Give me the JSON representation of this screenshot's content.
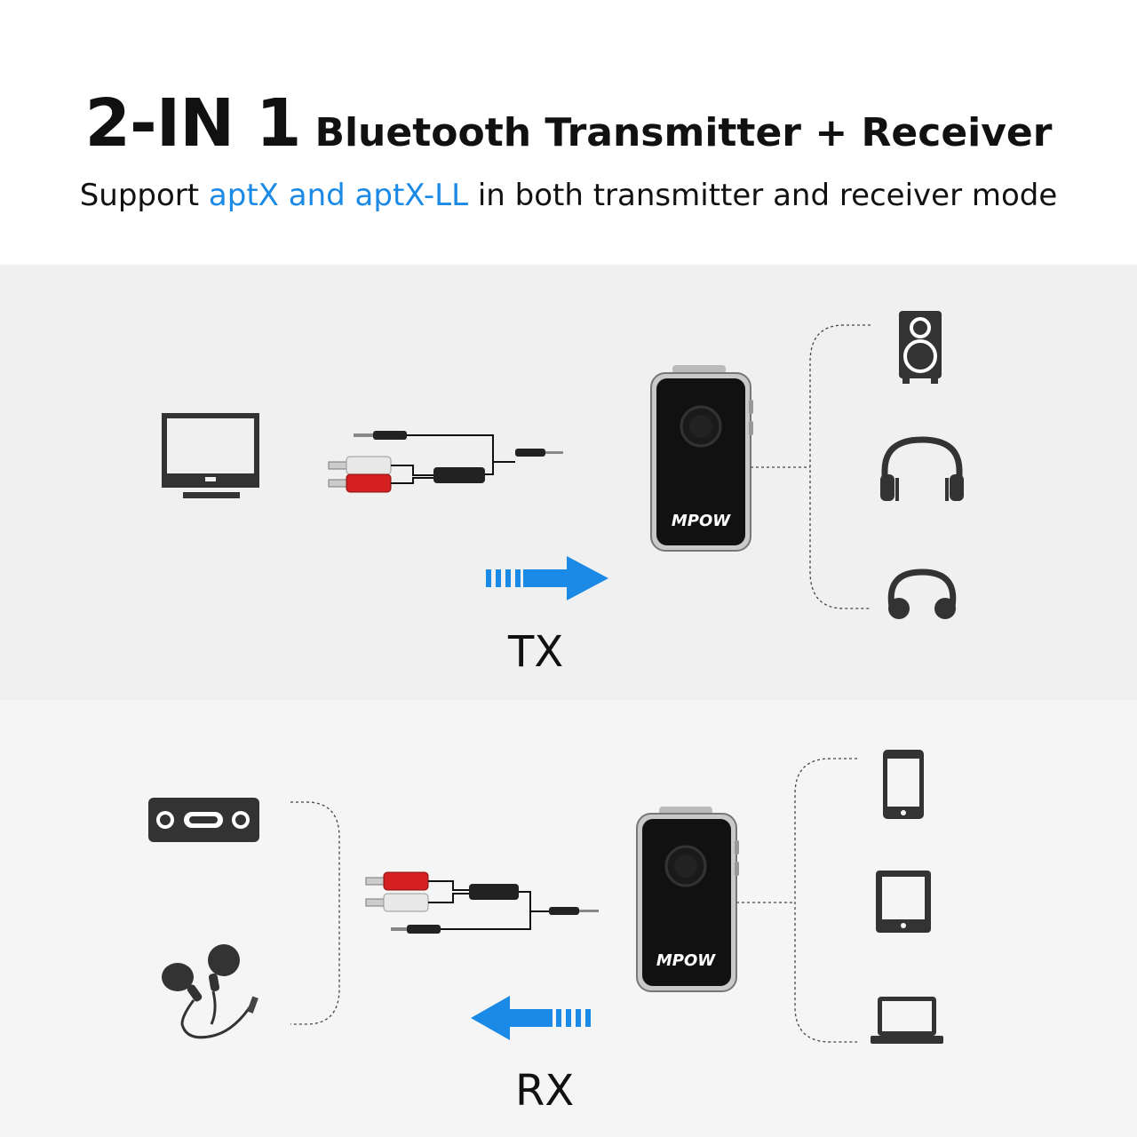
{
  "header": {
    "title_main": "2-IN 1",
    "title_sub": "Bluetooth Transmitter + Receiver",
    "subtitle_before": "Support ",
    "subtitle_highlight": "aptX and aptX-LL",
    "subtitle_after": " in both transmitter and receiver mode",
    "accent_color": "#1a8ae6"
  },
  "tx": {
    "label": "TX",
    "brand": "MPOW",
    "source_icons": [
      "tv-monitor-icon",
      "rca-to-aux-cable-icon"
    ],
    "target_icons": [
      "speaker-icon",
      "headphones-icon",
      "neckband-headphones-icon"
    ]
  },
  "rx": {
    "label": "RX",
    "brand": "MPOW",
    "target_icons": [
      "car-aux-stereo-icon",
      "earphones-icon",
      "rca-to-aux-cable-icon"
    ],
    "source_icons": [
      "smartphone-icon",
      "tablet-icon",
      "laptop-icon"
    ]
  }
}
